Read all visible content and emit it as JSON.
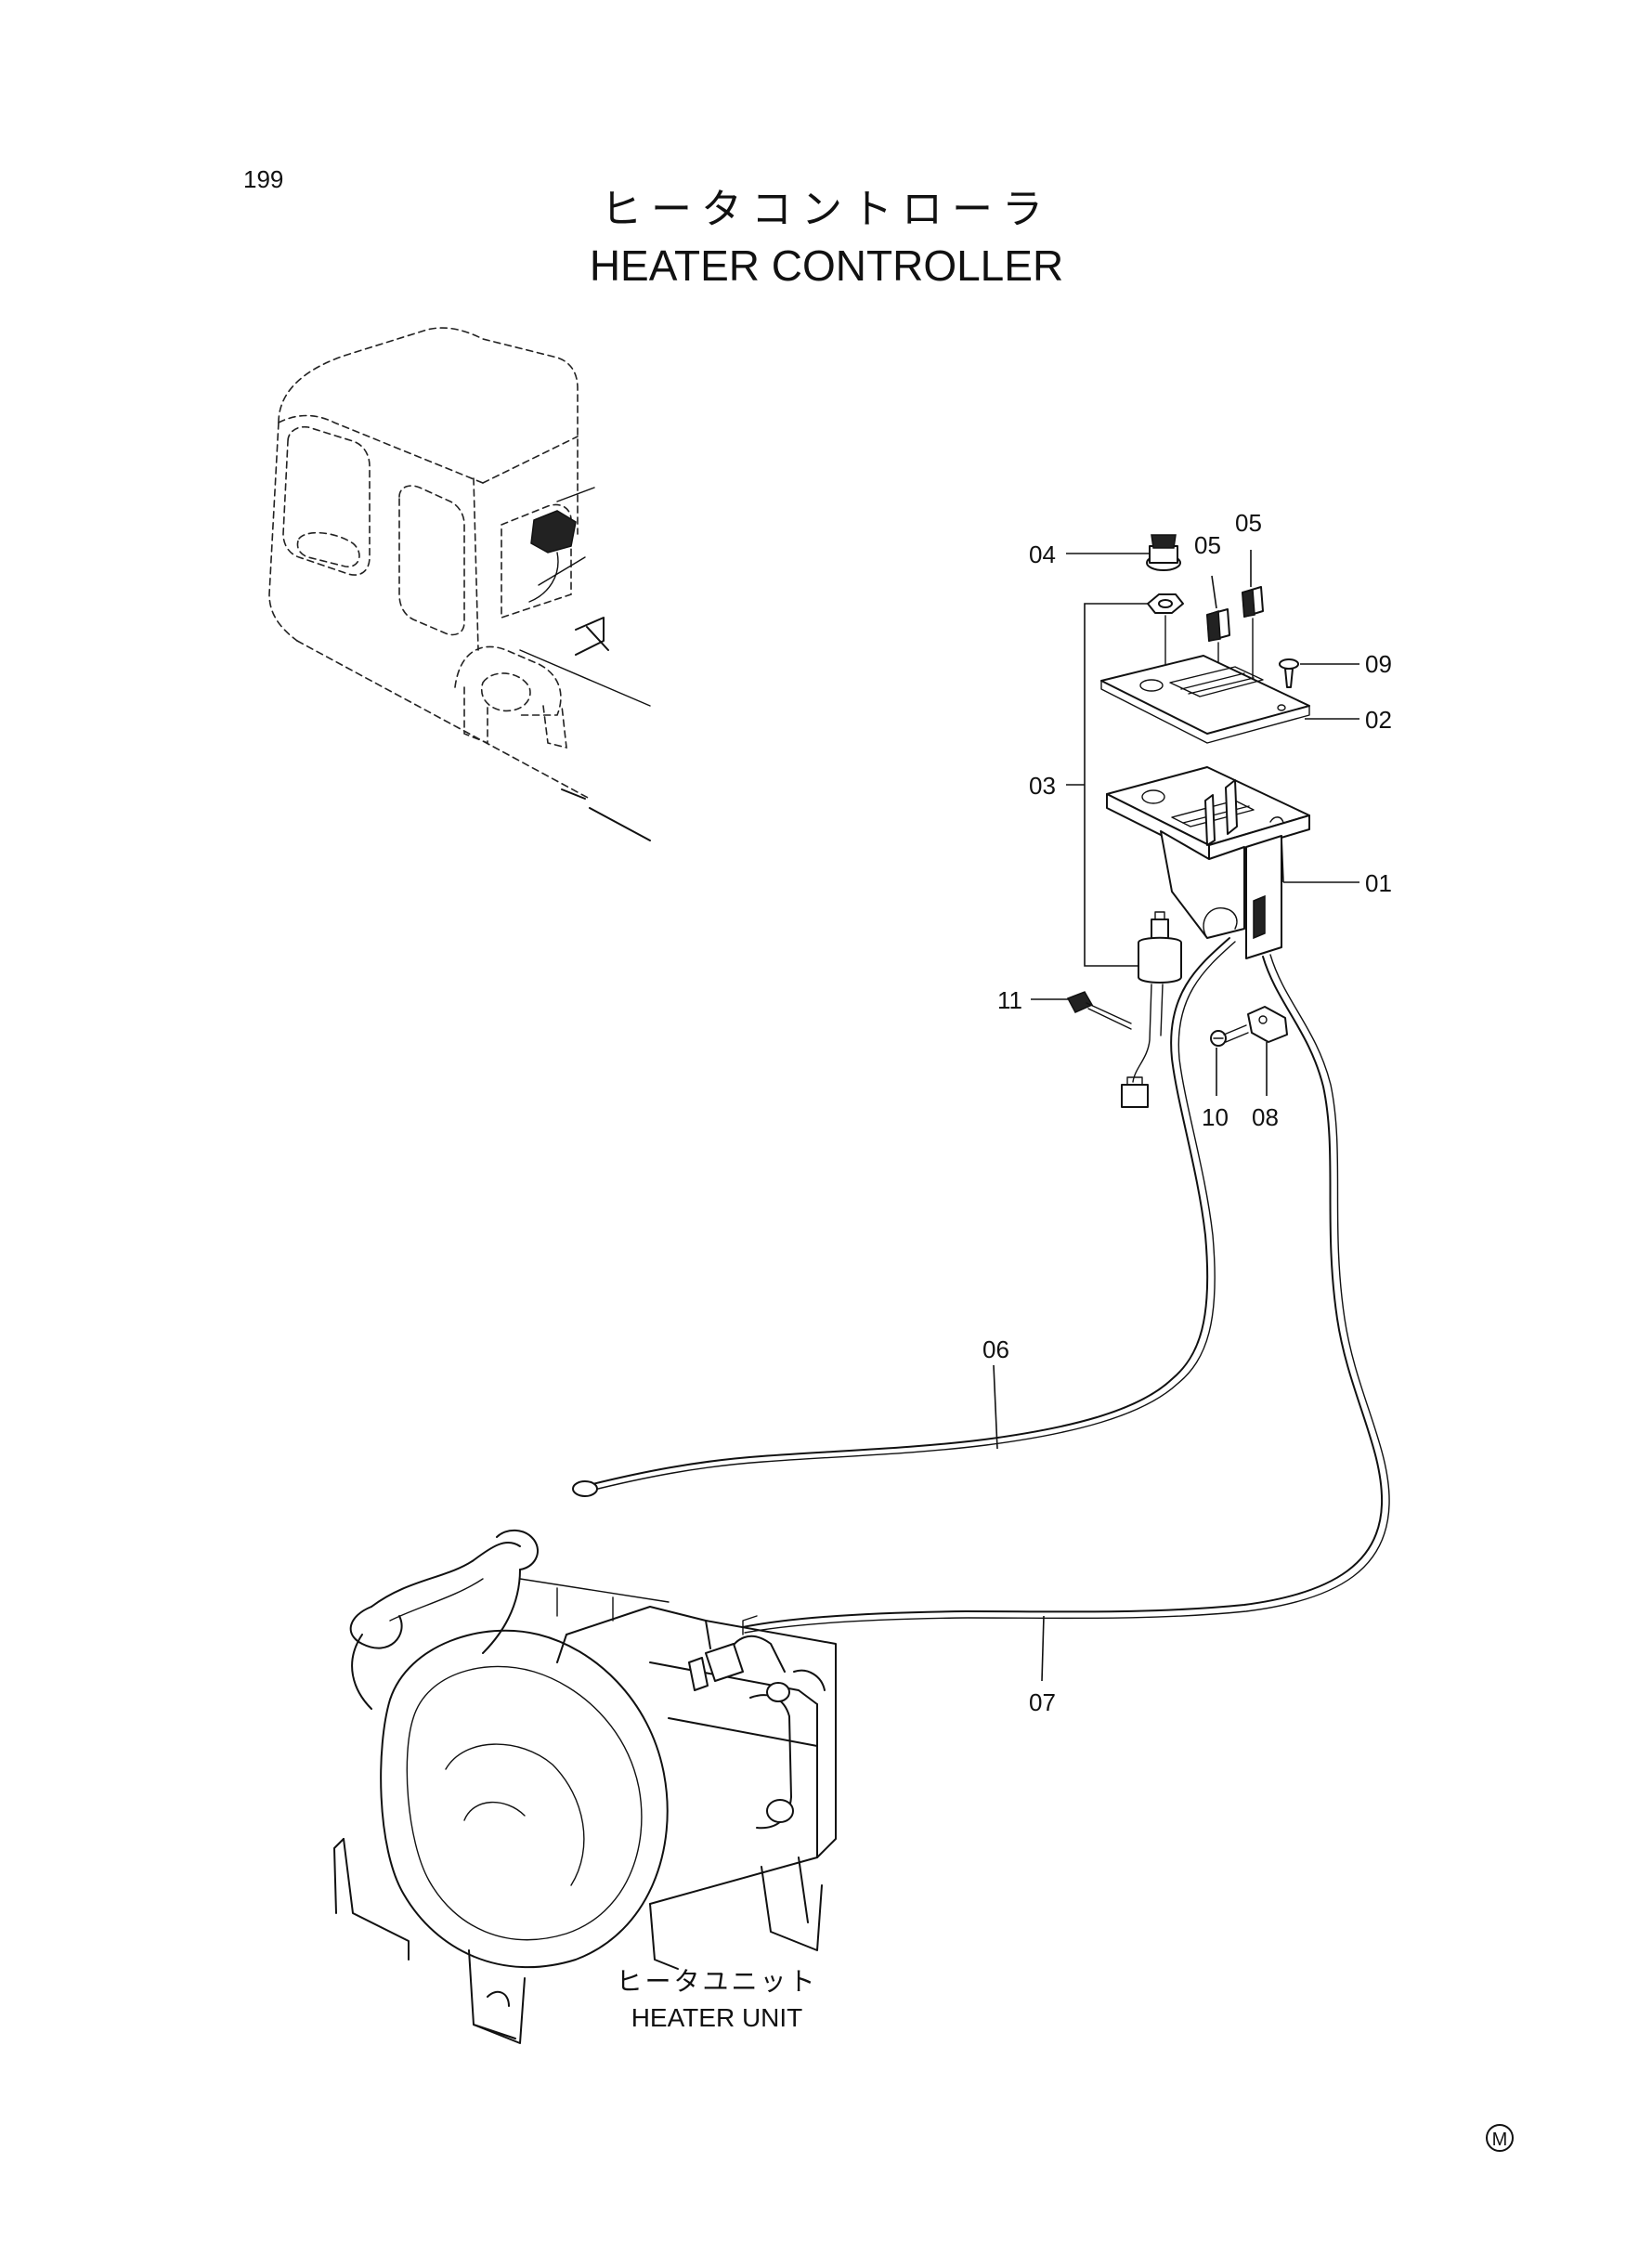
{
  "header": {
    "page_number": "199",
    "title_jp": "ヒータコントローラ",
    "title_en": "HEATER CONTROLLER"
  },
  "heater_unit_label": {
    "jp": "ヒータユニット",
    "en": "HEATER UNIT"
  },
  "callouts": {
    "c01": "01",
    "c02": "02",
    "c03": "03",
    "c04": "04",
    "c05a": "05",
    "c05b": "05",
    "c06": "06",
    "c07": "07",
    "c08": "08",
    "c09": "09",
    "c10": "10",
    "c11": "11"
  },
  "footer": {
    "mark": "M"
  }
}
